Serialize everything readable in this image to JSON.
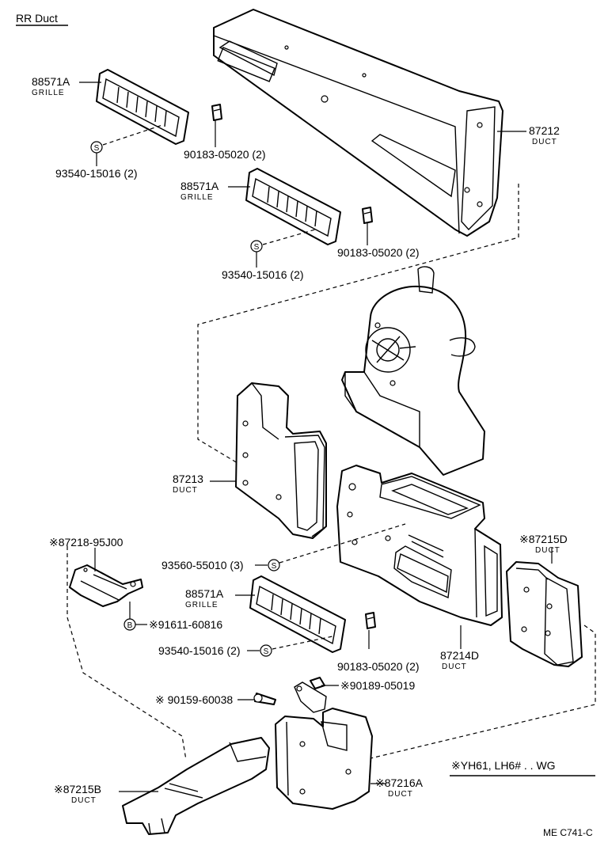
{
  "title": "RR Duct",
  "footer_code": "ME  C741-C",
  "variant_note": "※YH61, LH6# . . WG",
  "callouts": {
    "grille_top": {
      "part": "88571A",
      "name": "GRILLE"
    },
    "duct_87212": {
      "part": "87212",
      "name": "DUCT"
    },
    "nut_top": {
      "part": "90183-05020 (2)"
    },
    "screw_top": {
      "part": "93540-15016 (2)"
    },
    "grille_mid": {
      "part": "88571A",
      "name": "GRILLE"
    },
    "nut_mid": {
      "part": "90183-05020 (2)"
    },
    "screw_mid": {
      "part": "93540-15016 (2)"
    },
    "duct_87213": {
      "part": "87213",
      "name": "DUCT"
    },
    "bracket": {
      "part": "※87218-95J00"
    },
    "screw_93560": {
      "part": "93560-55010 (3)"
    },
    "duct_87215D": {
      "part": "※87215D",
      "name": "DUCT"
    },
    "bolt_91611": {
      "part": "※91611-60816"
    },
    "grille_low": {
      "part": "88571A",
      "name": "GRILLE"
    },
    "screw_low": {
      "part": "93540-15016 (2)"
    },
    "nut_low": {
      "part": "90183-05020 (2)"
    },
    "duct_87214D": {
      "part": "87214D",
      "name": "DUCT"
    },
    "screw_90159": {
      "part": "※ 90159-60038"
    },
    "nut_90189": {
      "part": "※90189-05019"
    },
    "duct_87215B": {
      "part": "※87215B",
      "name": "DUCT"
    },
    "duct_87216A": {
      "part": "※87216A",
      "name": "DUCT"
    }
  },
  "symbols": {
    "screw": "S",
    "bolt": "B"
  }
}
